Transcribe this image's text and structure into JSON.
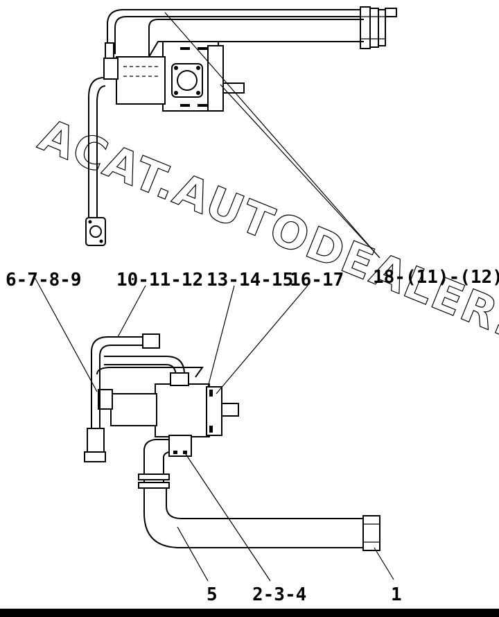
{
  "labels": {
    "top_ref": "18-(11)-(12)",
    "l1": "6-7-8-9",
    "l2": "10-11-12",
    "l3": "13-14-15",
    "l4": "16-17",
    "l5": "5",
    "l6": "2-3-4",
    "l7": "1"
  },
  "watermark": {
    "text": "ACAT.AUTODEALER.RU"
  },
  "colors": {
    "line": "#000000",
    "background": "#ffffff"
  }
}
